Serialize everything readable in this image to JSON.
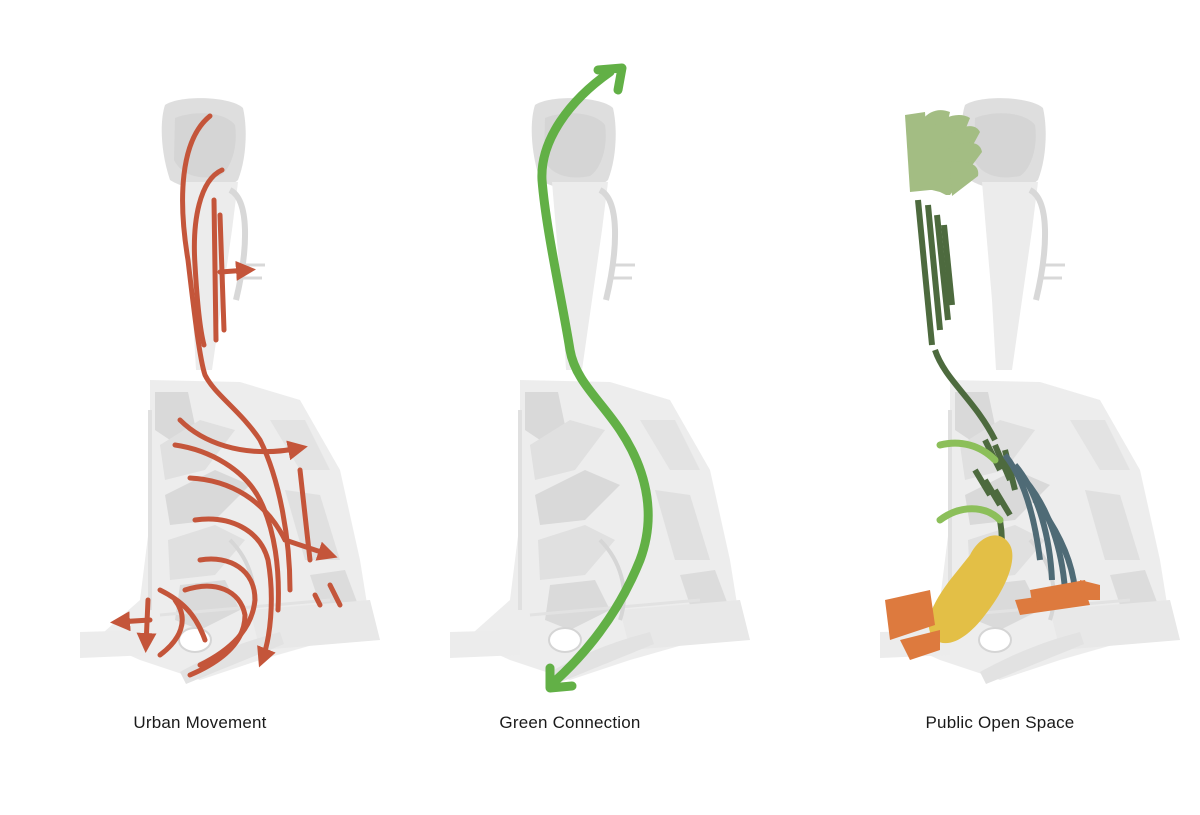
{
  "panels": [
    {
      "caption": "Urban Movement"
    },
    {
      "caption": "Green Connection"
    },
    {
      "caption": "Public Open Space"
    }
  ],
  "colors": {
    "movement": "#c4553a",
    "green_connection": "#62b046",
    "open_space_light_green": "#a3bd83",
    "open_space_dark_green": "#4d6a3e",
    "open_space_slate": "#4f6b76",
    "open_space_yellow": "#e3bf46",
    "open_space_orange": "#dd7a3e",
    "base_plan": "#e4e4e4"
  }
}
